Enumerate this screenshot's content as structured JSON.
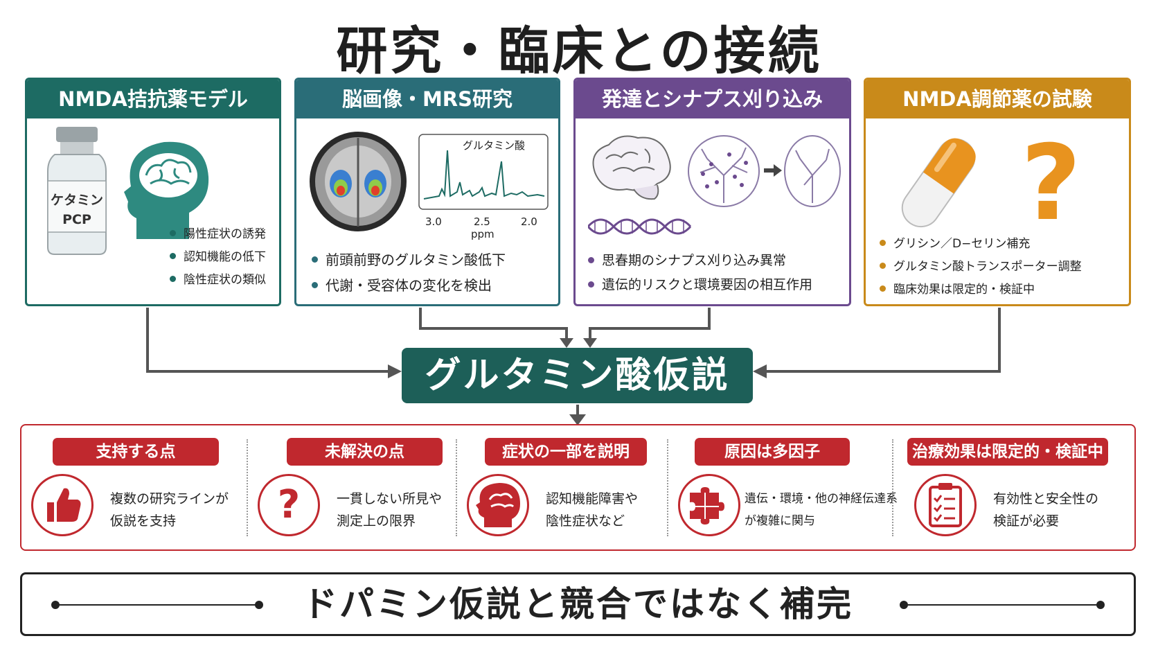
{
  "title": "研究・臨床との接続",
  "panels": [
    {
      "title": "NMDA拮抗薬モデル",
      "vial_label_1": "ケタミン",
      "vial_label_2": "PCP",
      "bullets": [
        "陽性症状の誘発",
        "認知機能の低下",
        "陰性症状の類似"
      ]
    },
    {
      "title": "脳画像・MRS研究",
      "spectrum_label": "グルタミン酸",
      "axis_ticks": [
        "3.0",
        "2.5",
        "2.0"
      ],
      "axis_unit": "ppm",
      "bullets": [
        "前頭前野のグルタミン酸低下",
        "代謝・受容体の変化を検出"
      ]
    },
    {
      "title": "発達とシナプス刈り込み",
      "bullets": [
        "思春期のシナプス刈り込み異常",
        "遺伝的リスクと環境要因の相互作用"
      ]
    },
    {
      "title": "NMDA調節薬の試験",
      "question_mark": "?",
      "bullets": [
        "グリシン／D−セリン補充",
        "グルタミン酸トランスポーター調整",
        "臨床効果は限定的・検証中"
      ]
    }
  ],
  "hypothesis": "グルタミン酸仮説",
  "summary": [
    {
      "label": "支持する点",
      "icon": "thumbs-up-icon",
      "lines": [
        "複数の研究ラインが",
        "仮説を支持"
      ]
    },
    {
      "label": "未解決の点",
      "icon": "question-icon",
      "symbol": "?",
      "lines": [
        "一貫しない所見や",
        "測定上の限界"
      ]
    },
    {
      "label": "症状の一部を説明",
      "icon": "head-brain-icon",
      "lines": [
        "認知機能障害や",
        "陰性症状など"
      ]
    },
    {
      "label": "原因は多因子",
      "icon": "puzzle-icon",
      "lines": [
        "遺伝・環境・他の神経伝達系",
        "が複雑に関与"
      ]
    },
    {
      "label": "治療効果は限定的・検証中",
      "icon": "clipboard-checklist-icon",
      "lines": [
        "有効性と安全性の",
        "検証が必要"
      ]
    }
  ],
  "conclusion": "ドパミン仮説と競合ではなく補完",
  "colors": {
    "teal": "#1d6b63",
    "blue_teal": "#2a6d78",
    "purple": "#6b4a8e",
    "orange": "#c98a1a",
    "red": "#c0282e",
    "dark_green": "#1d5f58"
  }
}
